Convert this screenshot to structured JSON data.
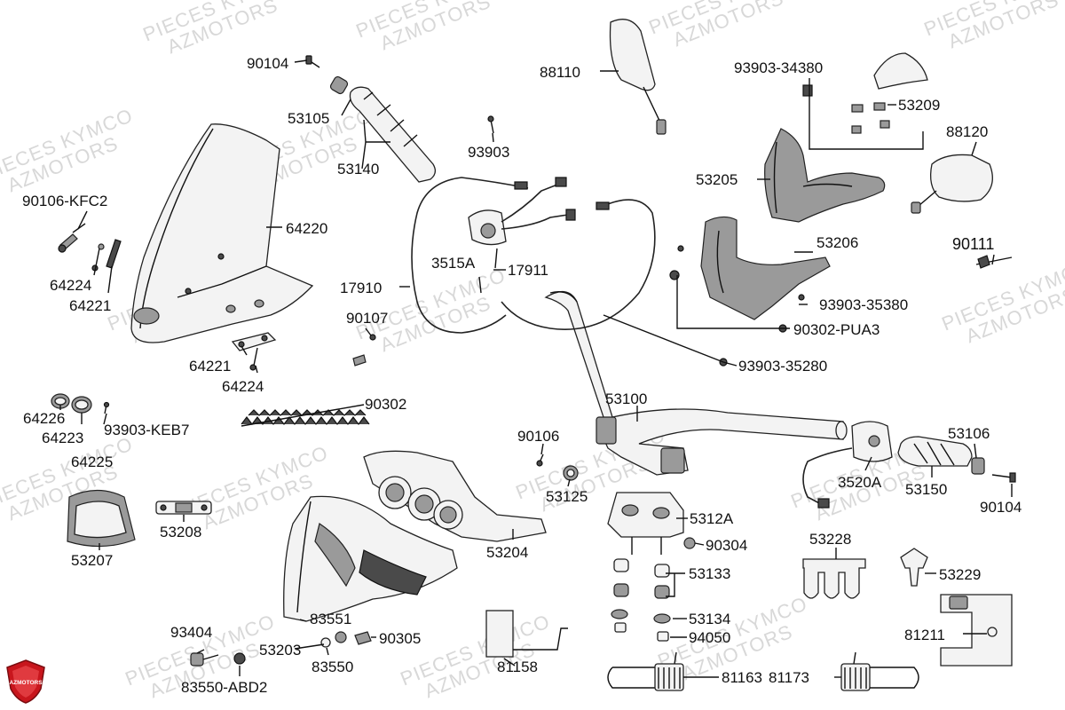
{
  "watermark": {
    "line1": "PIECES KYMCO",
    "line2": "AZMOTORS"
  },
  "logo": {
    "text": "AZMOTORS",
    "color": "#c8161d"
  },
  "labels": {
    "p90104a": "90104",
    "p53105": "53105",
    "p53140": "53140",
    "p88110": "88110",
    "p93903": "93903",
    "p93903_34380": "93903-34380",
    "p53209": "53209",
    "p88120": "88120",
    "p53205": "53205",
    "p90106_kfc2": "90106-KFC2",
    "p64220": "64220",
    "p3515a": "3515A",
    "p17911": "17911",
    "p53206": "53206",
    "p90111": "90111",
    "p64224a": "64224",
    "p64221a": "64221",
    "p17910": "17910",
    "p93903_35380": "93903-35380",
    "p90107": "90107",
    "p90302_pua3": "90302-PUA3",
    "p64221b": "64221",
    "p64224b": "64224",
    "p93903_35280": "93903-35280",
    "p64226": "64226",
    "p64223": "64223",
    "p93903_keb7": "93903-KEB7",
    "p90302": "90302",
    "p64225": "64225",
    "p53100": "53100",
    "p90106": "90106",
    "p53106": "53106",
    "p53125": "53125",
    "p3520a": "3520A",
    "p53150": "53150",
    "p90104b": "90104",
    "p53208": "53208",
    "p5312a": "5312A",
    "p53204": "53204",
    "p90304": "90304",
    "p53228": "53228",
    "p53207": "53207",
    "p53133": "53133",
    "p53229": "53229",
    "p53134": "53134",
    "p83551": "83551",
    "p94050": "94050",
    "p81211": "81211",
    "p93404": "93404",
    "p90305": "90305",
    "p53203": "53203",
    "p83550": "83550",
    "p81158": "81158",
    "p81163": "81163",
    "p81173": "81173",
    "p83550_abd2": "83550-ABD2"
  }
}
